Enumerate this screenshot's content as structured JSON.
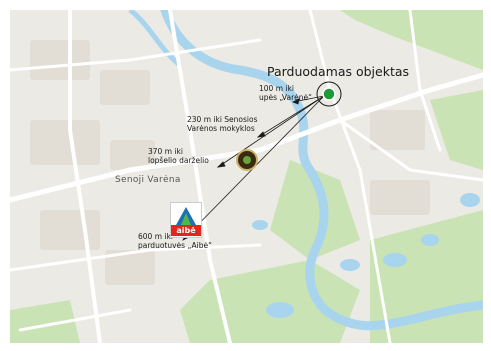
{
  "map": {
    "title": "Parduodamas objektas",
    "place_label": "Senoji Varėna",
    "distances": [
      {
        "line1": "100 m iki",
        "line2": "upės „Varėnė“"
      },
      {
        "line1": "230 m iki Senosios",
        "line2": "Varėnos mokyklos"
      },
      {
        "line1": "370 m iki",
        "line2": "lopšelio darželio"
      },
      {
        "line1": "600 m iki",
        "line2": "parduotuvės „Aibė“"
      }
    ],
    "store_logo_text": "aibė",
    "colors": {
      "water": "#a8d4ee",
      "green": "#c9e3b4",
      "road": "#ffffff",
      "accent": "#1f9a3a",
      "logo_red": "#e1261c",
      "logo_blue": "#1d6fb8"
    }
  }
}
